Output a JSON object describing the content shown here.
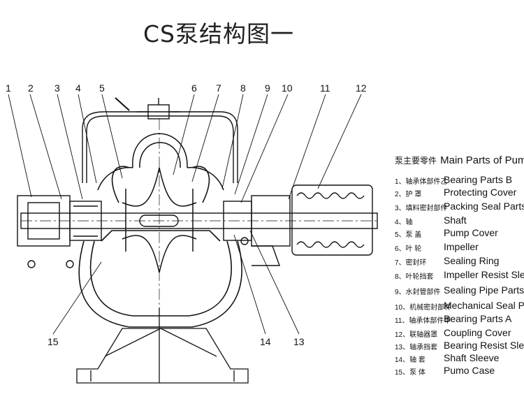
{
  "title": "CS泵结构图一",
  "callouts": [
    "1",
    "2",
    "3",
    "4",
    "5",
    "6",
    "7",
    "8",
    "9",
    "10",
    "11",
    "12",
    "13",
    "14",
    "15"
  ],
  "legend": {
    "title_cn": "泵主要零件",
    "title_en": "Main Parts of Pump",
    "items": [
      {
        "num": "1、轴承体部件乙",
        "en": "Bearing Parts B"
      },
      {
        "num": "2、护 罩",
        "en": "Protecting Cover"
      },
      {
        "num": "3、填料密封部件",
        "en": "Packing Seal Parts"
      },
      {
        "num": "4、轴",
        "en": "Shaft"
      },
      {
        "num": "5、泵 盖",
        "en": "Pump Cover"
      },
      {
        "num": "6、叶 轮",
        "en": "Impeller"
      },
      {
        "num": "7、密封环",
        "en": "Sealing Ring"
      },
      {
        "num": "8、叶轮挡套",
        "en": "Impeller Resist Sleeve"
      },
      {
        "num": "9、水封管部件",
        "en": "Sealing Pipe Parts"
      },
      {
        "num": "10、机械密封部件",
        "en": "Mechanical Seal Parts"
      },
      {
        "num": "11、轴承体部件甲",
        "en": "Bearing Parts A"
      },
      {
        "num": "12、联轴器罩",
        "en": "Coupling Cover"
      },
      {
        "num": "13、轴承挡套",
        "en": "Bearing Resist Sleeve"
      },
      {
        "num": "14、轴 套",
        "en": "Shaft Sleeve"
      },
      {
        "num": "15、泵 体",
        "en": "Pumo Case"
      }
    ]
  }
}
